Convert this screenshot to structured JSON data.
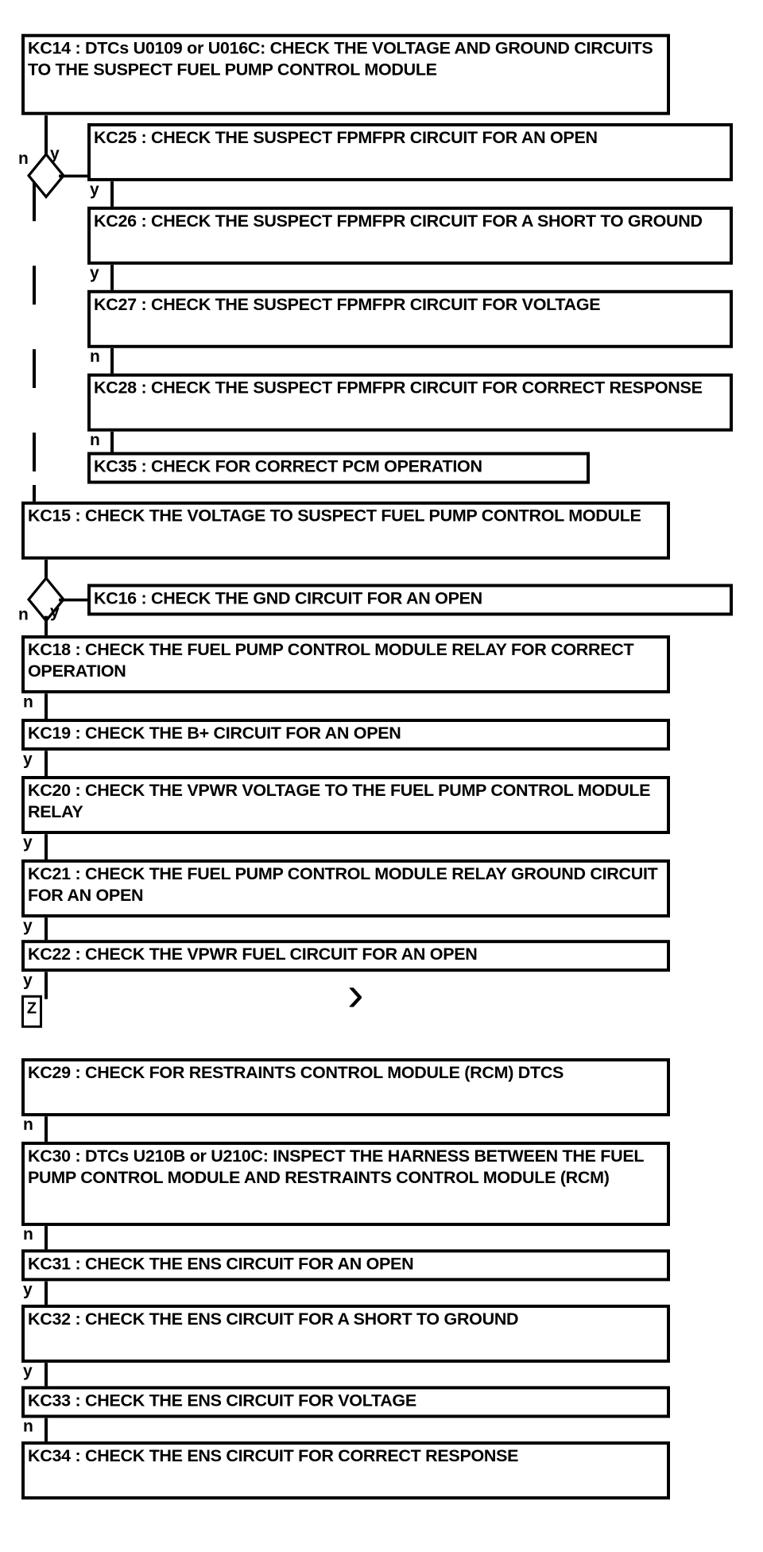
{
  "diagram": {
    "title": "Fuel Pump Control Module Diagnostic Flowchart",
    "type": "flowchart",
    "nodes": [
      {
        "id": "KC14",
        "label": "KC14 : DTCs U0109 or U016C: CHECK THE VOLTAGE AND GROUND CIRCUITS TO THE SUSPECT FUEL PUMP CONTROL MODULE"
      },
      {
        "id": "KC25",
        "label": "KC25 : CHECK THE SUSPECT FPMFPR CIRCUIT FOR AN OPEN"
      },
      {
        "id": "KC26",
        "label": "KC26 : CHECK THE SUSPECT FPMFPR CIRCUIT FOR A SHORT TO GROUND"
      },
      {
        "id": "KC27",
        "label": "KC27 : CHECK THE SUSPECT FPMFPR CIRCUIT FOR VOLTAGE"
      },
      {
        "id": "KC28",
        "label": "KC28 : CHECK THE SUSPECT FPMFPR CIRCUIT FOR CORRECT RESPONSE"
      },
      {
        "id": "KC35",
        "label": "KC35 : CHECK FOR CORRECT PCM OPERATION"
      },
      {
        "id": "KC15",
        "label": "KC15 : CHECK THE VOLTAGE TO SUSPECT FUEL PUMP CONTROL MODULE"
      },
      {
        "id": "KC16",
        "label": "KC16 : CHECK THE GND CIRCUIT FOR AN OPEN"
      },
      {
        "id": "KC18",
        "label": "KC18 : CHECK THE FUEL PUMP CONTROL MODULE RELAY FOR CORRECT OPERATION"
      },
      {
        "id": "KC19",
        "label": "KC19 : CHECK THE B+ CIRCUIT FOR AN OPEN"
      },
      {
        "id": "KC20",
        "label": "KC20 : CHECK THE VPWR VOLTAGE TO THE FUEL PUMP CONTROL MODULE RELAY"
      },
      {
        "id": "KC21",
        "label": "KC21 : CHECK THE FUEL PUMP CONTROL MODULE RELAY GROUND CIRCUIT FOR AN OPEN"
      },
      {
        "id": "KC22",
        "label": "KC22 : CHECK THE VPWR FUEL CIRCUIT FOR AN OPEN"
      },
      {
        "id": "KC29",
        "label": "KC29 : CHECK FOR RESTRAINTS CONTROL MODULE (RCM) DTCS"
      },
      {
        "id": "KC30",
        "label": "KC30 : DTCs U210B or U210C: INSPECT THE HARNESS BETWEEN THE FUEL PUMP CONTROL MODULE AND RESTRAINTS CONTROL MODULE (RCM)"
      },
      {
        "id": "KC31",
        "label": "KC31 : CHECK THE ENS CIRCUIT FOR AN OPEN"
      },
      {
        "id": "KC32",
        "label": "KC32 : CHECK THE ENS CIRCUIT FOR A SHORT TO GROUND"
      },
      {
        "id": "KC33",
        "label": "KC33 : CHECK THE ENS CIRCUIT FOR VOLTAGE"
      },
      {
        "id": "KC34",
        "label": "KC34 : CHECK THE ENS CIRCUIT FOR CORRECT RESPONSE"
      }
    ],
    "connector": {
      "label": "Z"
    },
    "edge_labels": {
      "d1_no": "n",
      "d1_yes": "y",
      "kc25_to_kc26": "y",
      "kc26_to_kc27": "y",
      "kc27_to_kc28": "n",
      "kc28_to_kc35": "n",
      "d2_no": "n",
      "d2_yes": "y",
      "kc18_to_kc19": "n",
      "kc19_to_kc20": "y",
      "kc20_to_kc21": "y",
      "kc21_to_kc22": "y",
      "kc22_to_z": "y",
      "kc29_to_kc30": "n",
      "kc30_to_kc31": "n",
      "kc31_to_kc32": "y",
      "kc32_to_kc33": "y",
      "kc33_to_kc34": "n"
    },
    "colors": {
      "stroke": "#000000",
      "fill": "#ffffff",
      "text": "#000000"
    }
  }
}
